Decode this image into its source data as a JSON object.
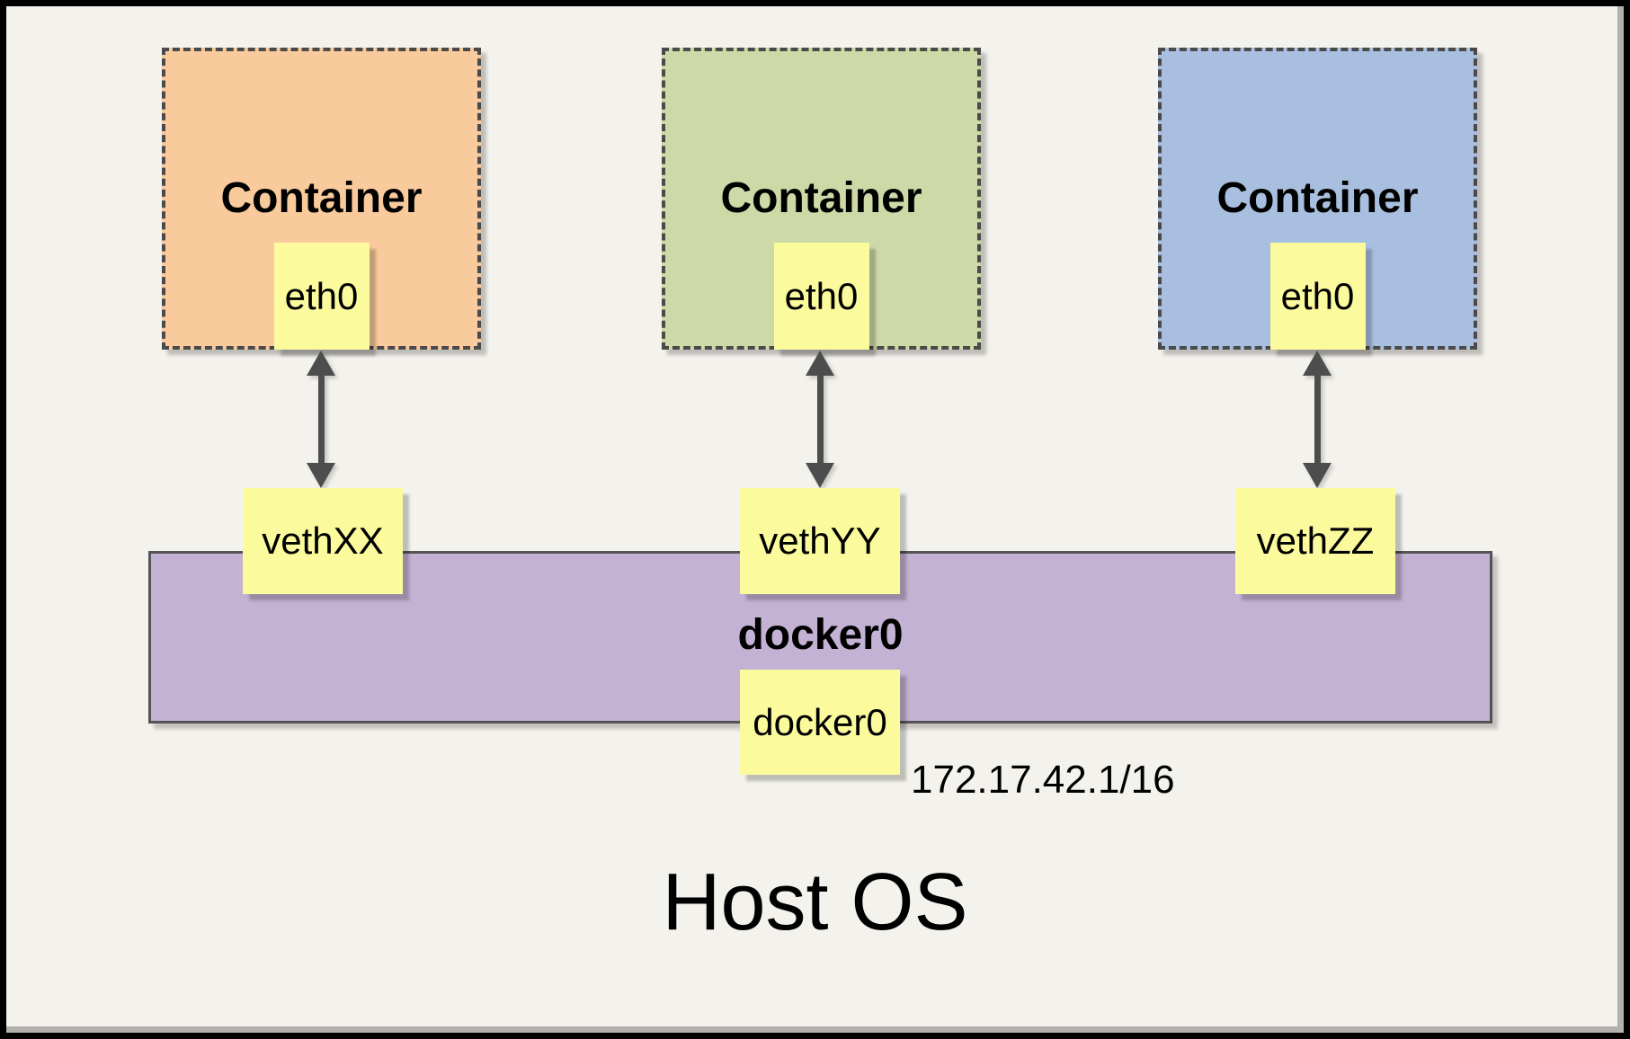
{
  "canvas": {
    "background_color": "#F4F2EC",
    "frame_color": "#000000",
    "line_color": "#4A4A4A",
    "note_fill": "#FBFB9D"
  },
  "containers": [
    {
      "title": "Container",
      "fill": "#F9CA9B",
      "interface": {
        "label": "eth0"
      },
      "veth": {
        "label": "vethXX"
      }
    },
    {
      "title": "Container",
      "fill": "#CDD9A6",
      "interface": {
        "label": "eth0"
      },
      "veth": {
        "label": "vethYY"
      }
    },
    {
      "title": "Container",
      "fill": "#A9BFDF",
      "interface": {
        "label": "eth0"
      },
      "veth": {
        "label": "vethZZ"
      }
    }
  ],
  "bridge": {
    "title": "docker0",
    "fill": "#C3B2D3",
    "interface": {
      "label": "docker0"
    },
    "ip_address": "172.17.42.1/16"
  },
  "host": {
    "title": "Host OS"
  }
}
